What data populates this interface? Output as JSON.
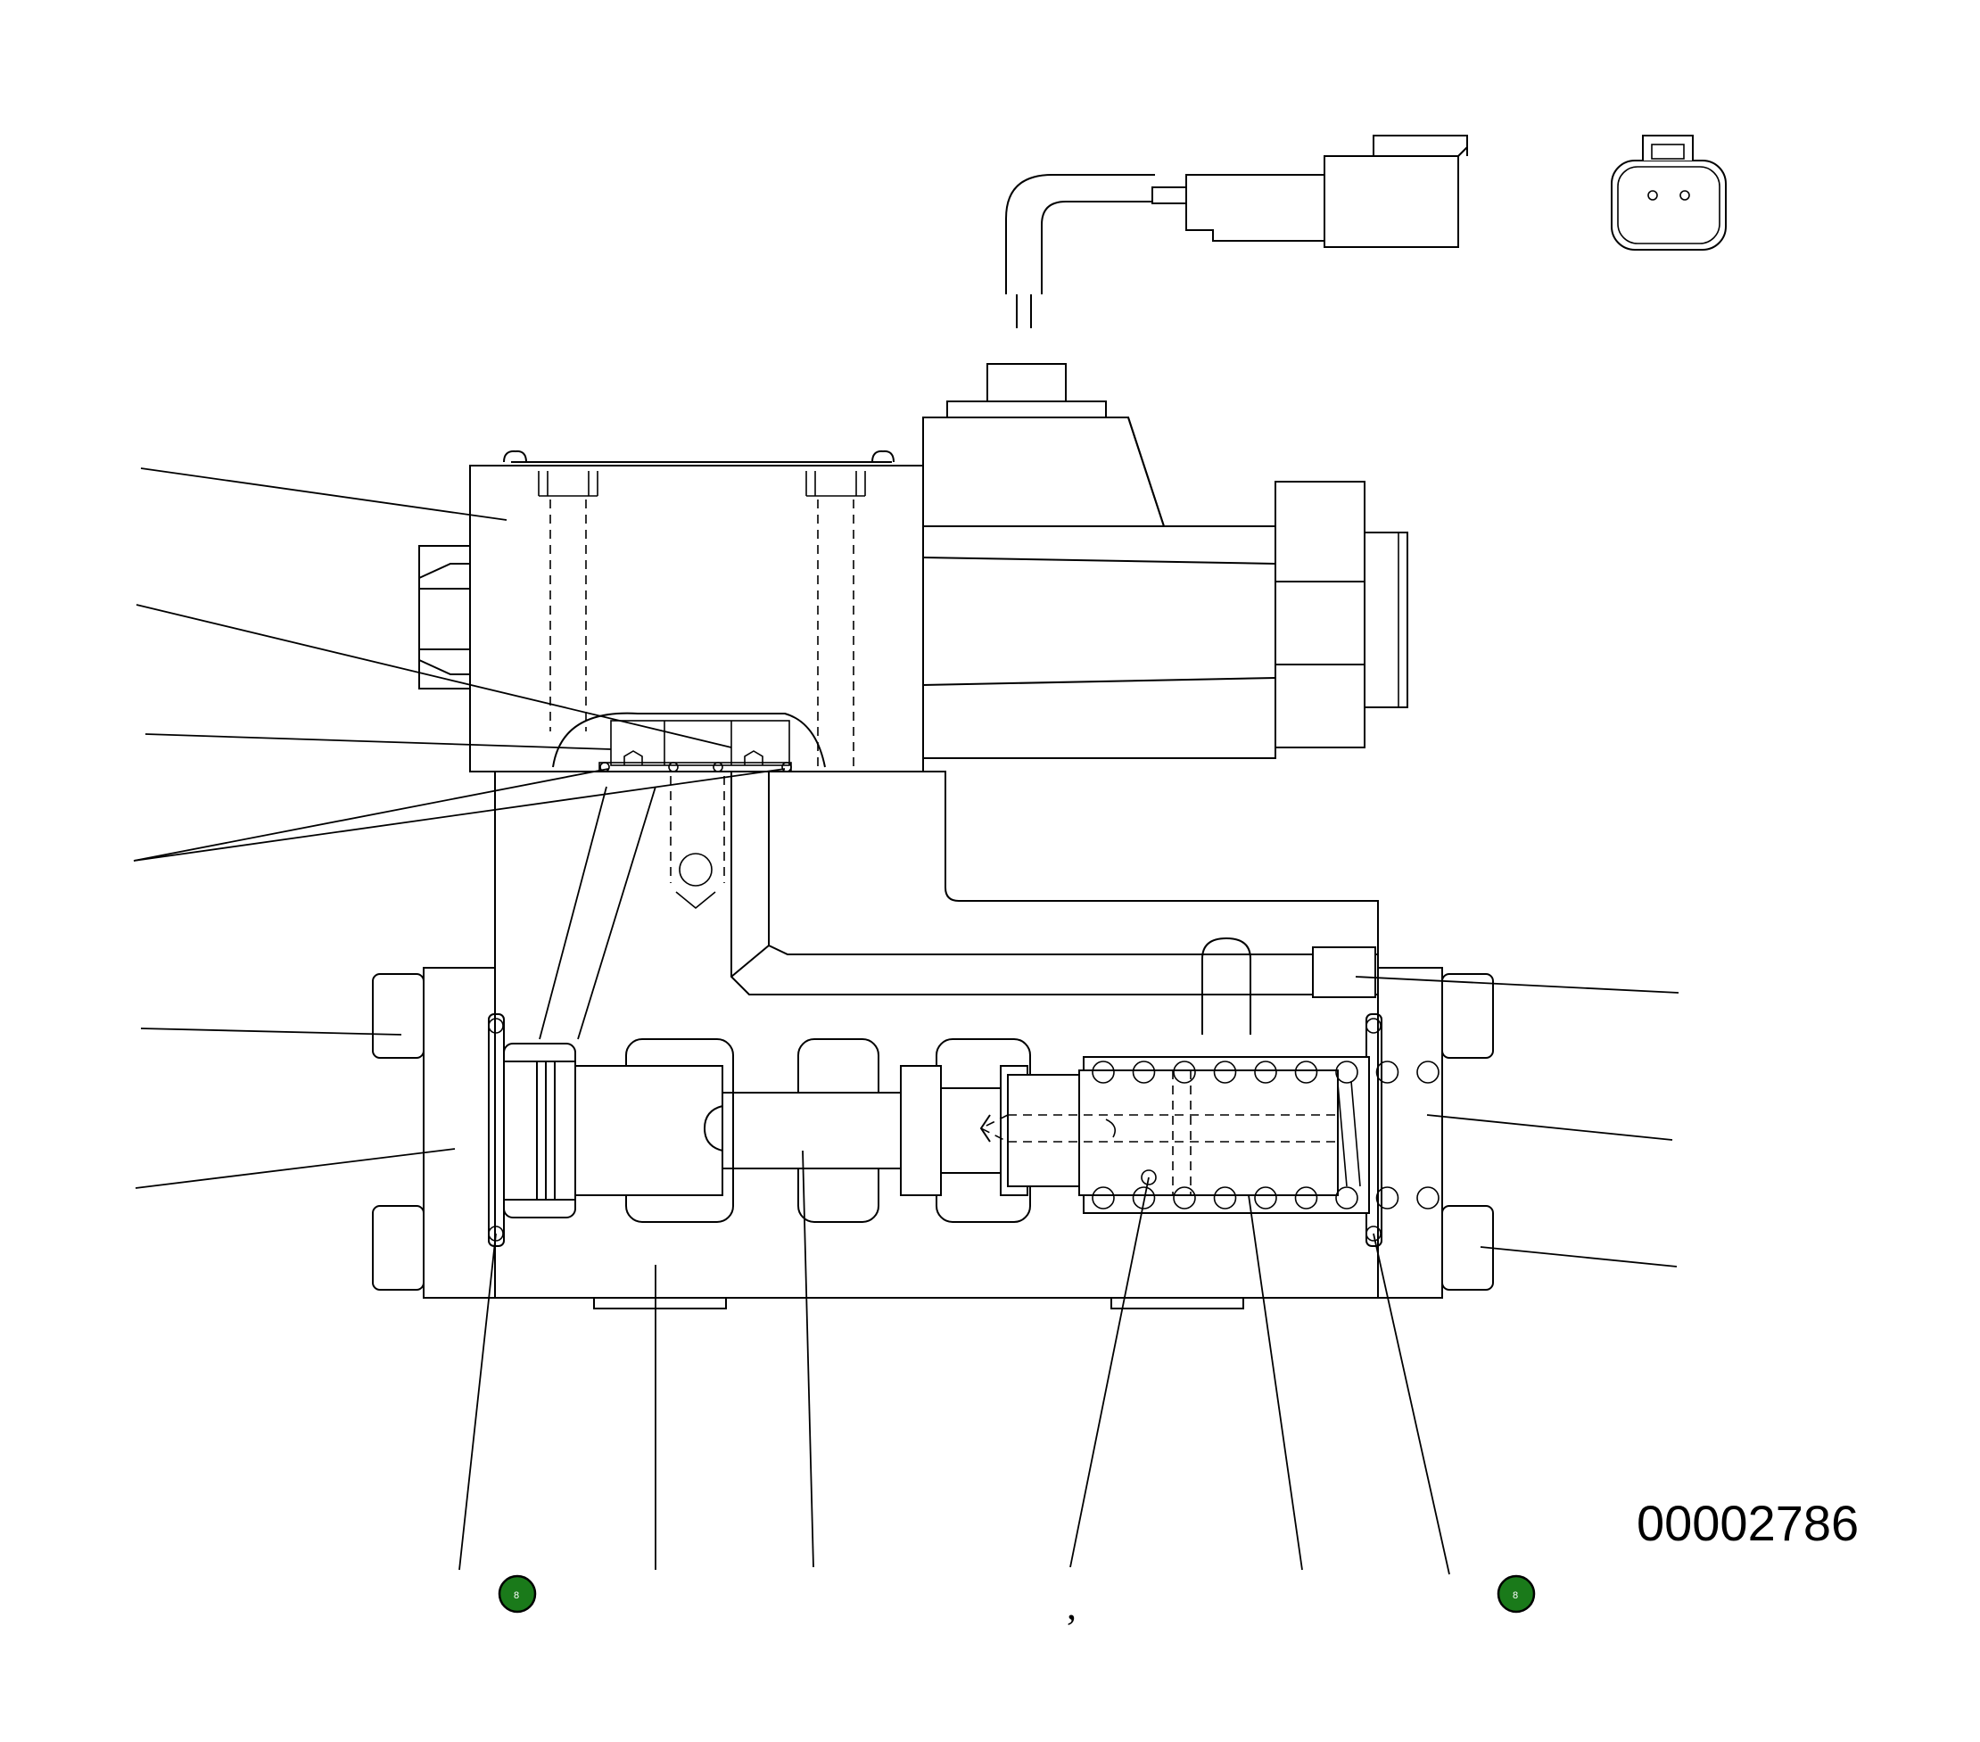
{
  "drawing": {
    "number": "00002786",
    "mark": ","
  },
  "badges": [
    {
      "label": "8",
      "color": "#1a7a1a"
    },
    {
      "label": "8",
      "color": "#1a7a1a"
    }
  ],
  "colors": {
    "line": "#000000",
    "background": "#ffffff",
    "badge": "#1a7a1a"
  }
}
